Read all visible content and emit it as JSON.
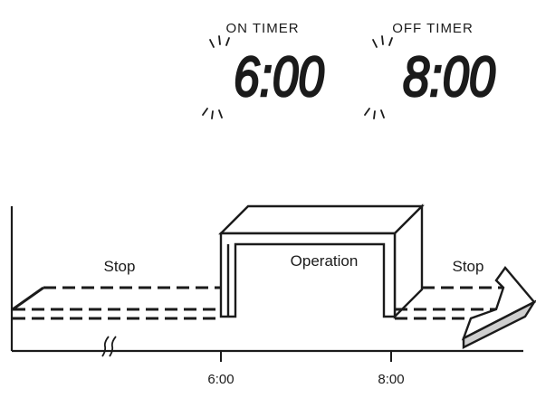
{
  "timers": {
    "on": {
      "label": "ON TIMER",
      "time": "6:00"
    },
    "off": {
      "label": "OFF TIMER",
      "time": "8:00"
    }
  },
  "diagram": {
    "states": {
      "stop_left": "Stop",
      "operation": "Operation",
      "stop_right": "Stop"
    },
    "axis": {
      "tick_start": "6:00",
      "tick_end": "8:00"
    }
  },
  "colors": {
    "ink": "#1b1b1b",
    "background": "#ffffff"
  }
}
